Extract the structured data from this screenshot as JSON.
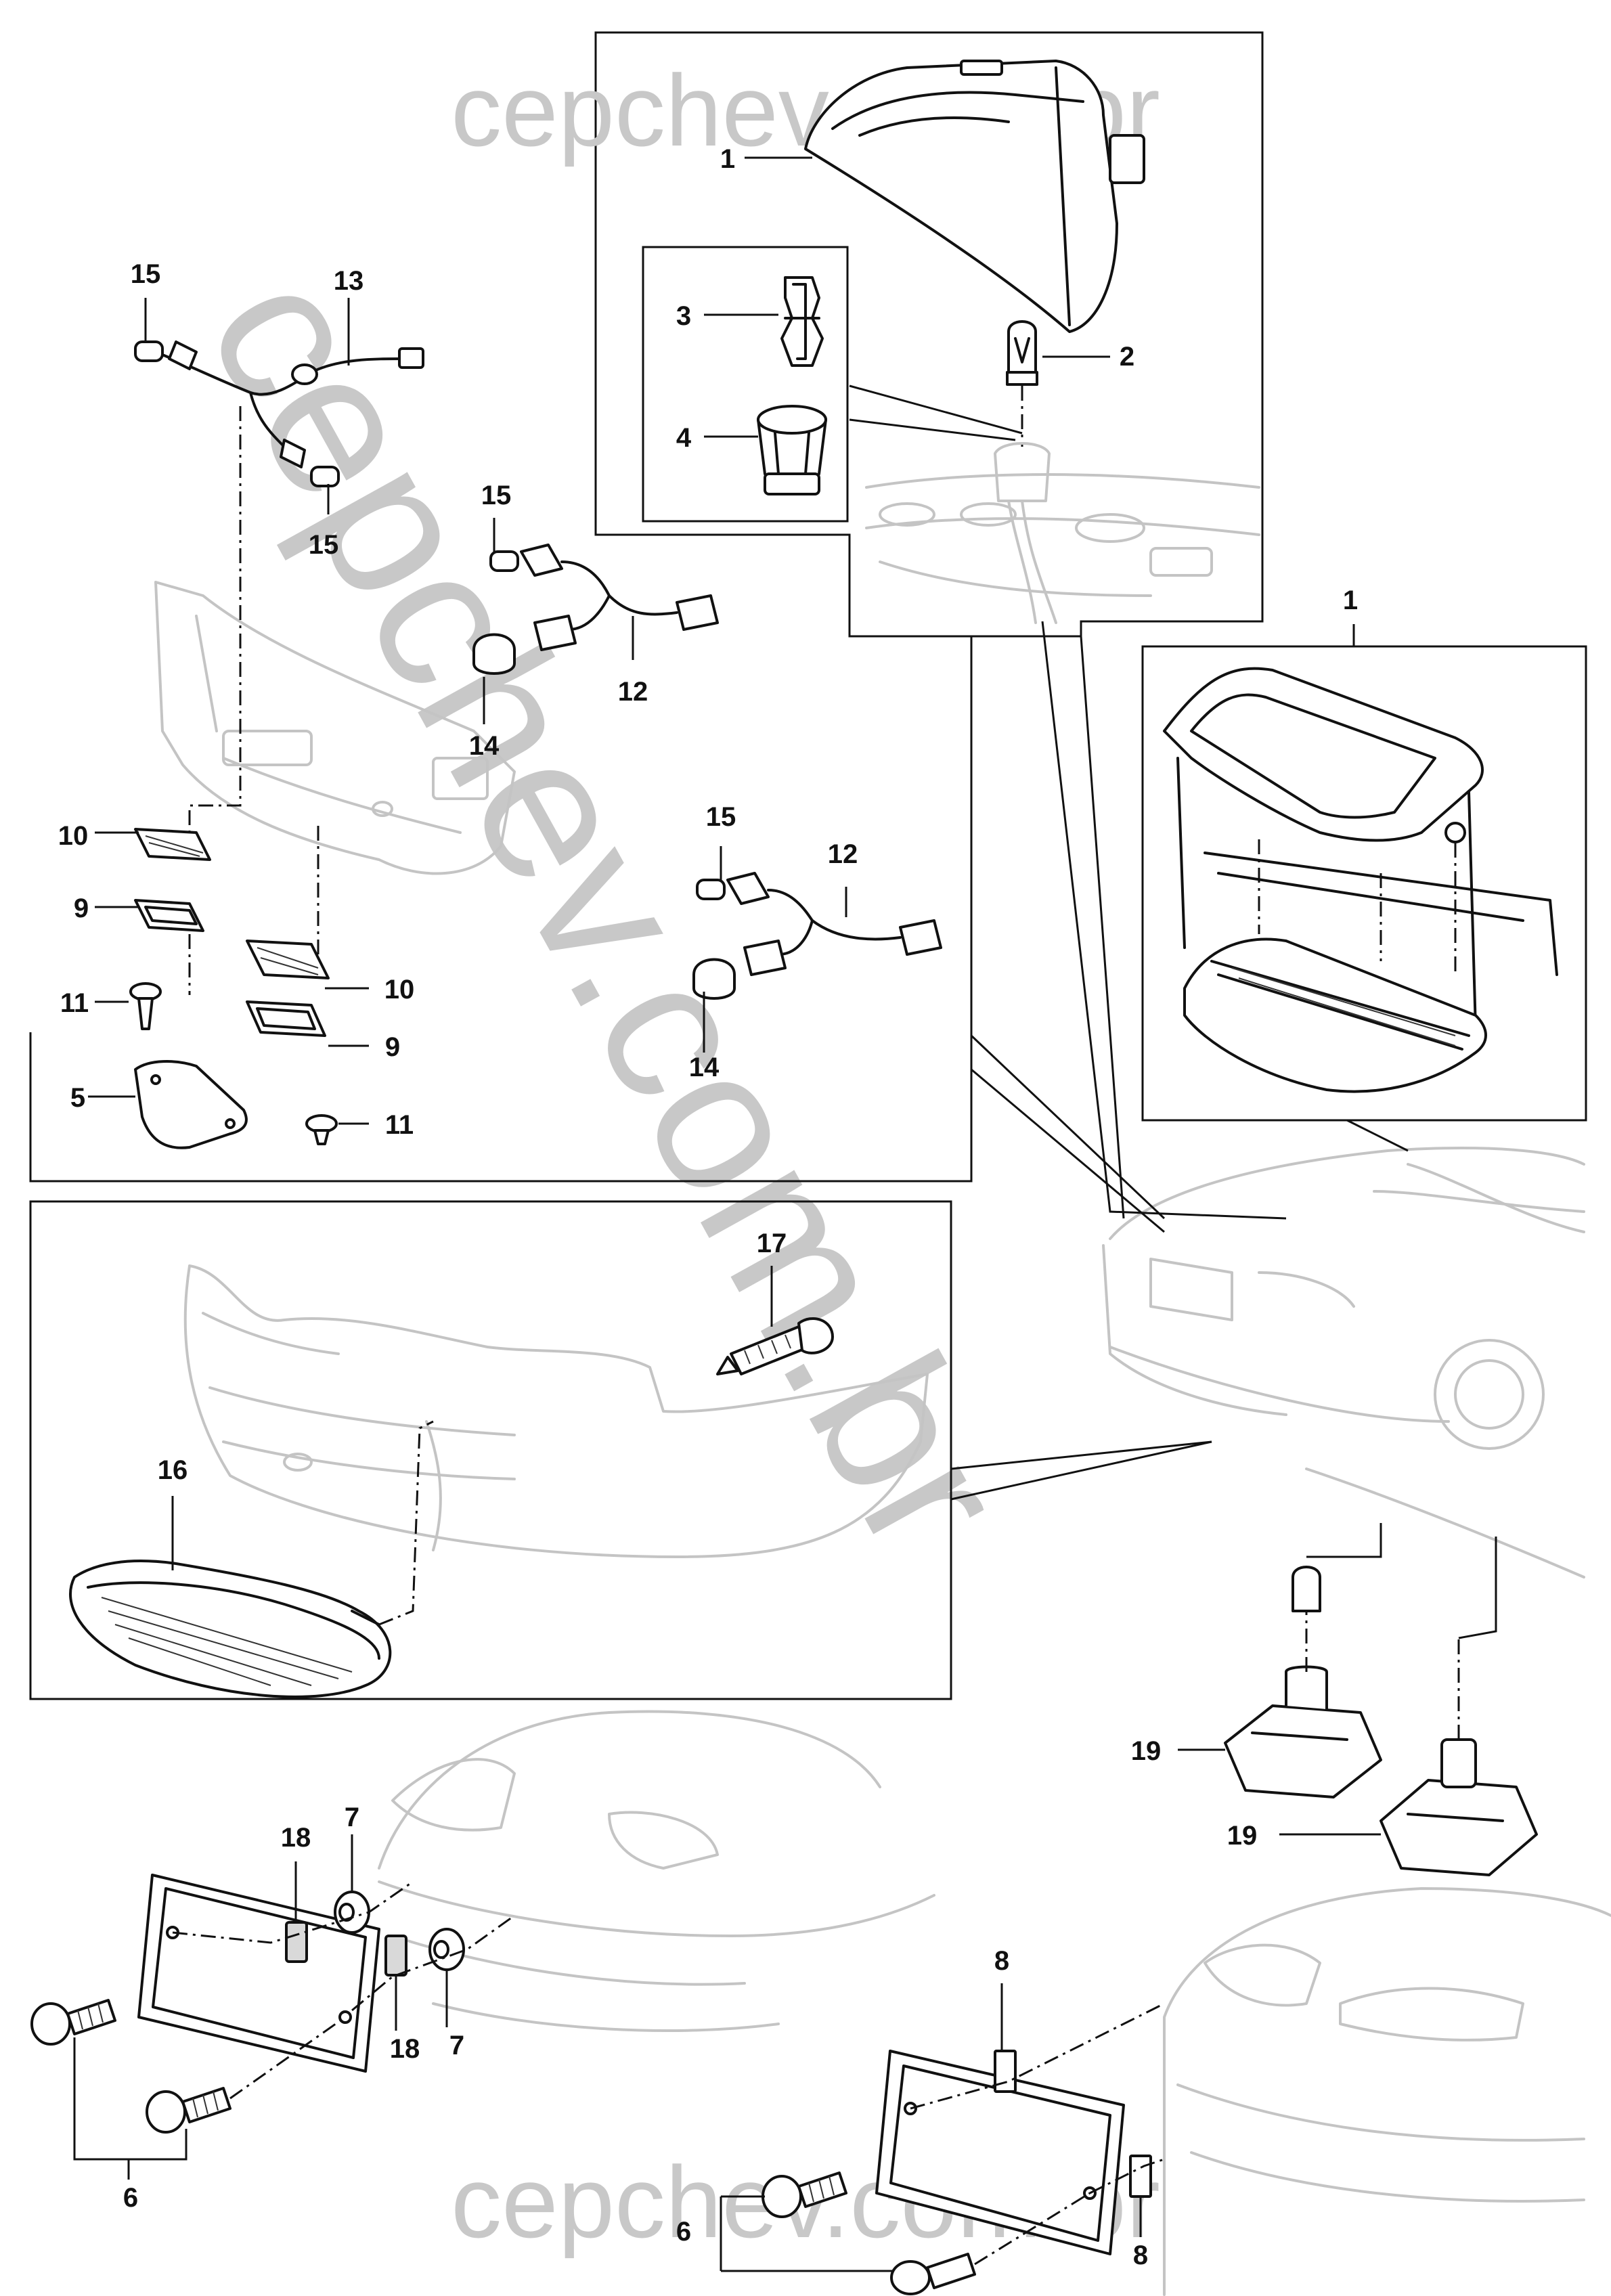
{
  "watermark": {
    "top": "cepchev.com.br",
    "diagonal": "cepchev.com.br",
    "bottom": "cepchev.com.br"
  },
  "callouts": {
    "c1_top": "1",
    "c2": "2",
    "c3": "3",
    "c4": "4",
    "c1_inset": "1",
    "c15_a": "15",
    "c13": "13",
    "c15_b": "15",
    "c15_c": "15",
    "c12_a": "12",
    "c14_a": "14",
    "c10_a": "10",
    "c9_a": "9",
    "c11_a": "11",
    "c10_b": "10",
    "c9_b": "9",
    "c5": "5",
    "c11_b": "11",
    "c15_d": "15",
    "c12_b": "12",
    "c14_b": "14",
    "c17": "17",
    "c16": "16",
    "c19_a": "19",
    "c19_b": "19",
    "c18_a": "18",
    "c7_a": "7",
    "c18_b": "18",
    "c7_b": "7",
    "c6_a": "6",
    "c8_a": "8",
    "c8_b": "8",
    "c6_b": "6"
  }
}
